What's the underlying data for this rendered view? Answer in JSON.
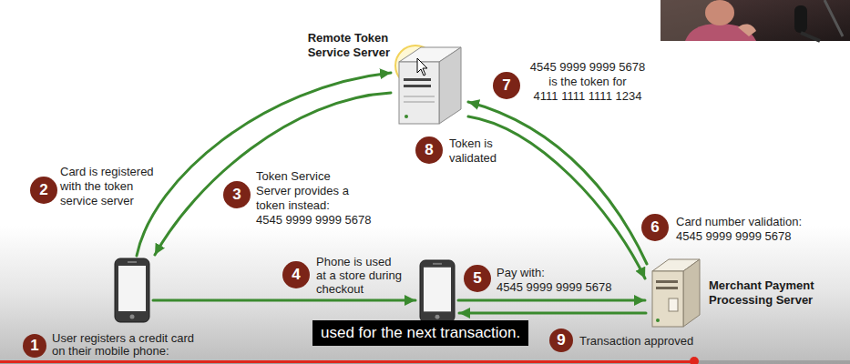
{
  "diagram": {
    "nodes": [
      {
        "text": [
          "Remote Token Service Server"
        ]
      },
      {
        "text": []
      },
      {
        "text": []
      },
      {
        "text": [
          "Merchant Payment Processing Server"
        ]
      }
    ],
    "edges": [
      {
        "from": 1,
        "to": 0,
        "arrow": "to"
      },
      {
        "from": 0,
        "to": 1,
        "arrow": "to"
      },
      {
        "from": 1,
        "to": 2,
        "arrow": "to"
      },
      {
        "from": 2,
        "to": 3,
        "arrow": "to"
      },
      {
        "from": 3,
        "to": 0,
        "arrow": "to"
      },
      {
        "from": 0,
        "to": 3,
        "arrow": "to"
      },
      {
        "from": 3,
        "to": 2,
        "arrow": "to"
      }
    ],
    "labels": [
      "1",
      "User registers a credit card on their mobile phone:",
      "2",
      "Card is registered with the token service server",
      "3",
      "Token Service Server provides a token instead: 4545 9999 9999 5678",
      "4",
      "Phone is used at a store during checkout",
      "5",
      "Pay with: 4545 9999 9999 5678",
      "6",
      "Card number validation: 4545 9999 9999 5678",
      "7",
      "4545 9999 9999 5678 is the token for 4111 1111 1111 1234",
      "8",
      "Token is validated",
      "9",
      "Transaction approved",
      "used for the next transaction."
    ]
  }
}
